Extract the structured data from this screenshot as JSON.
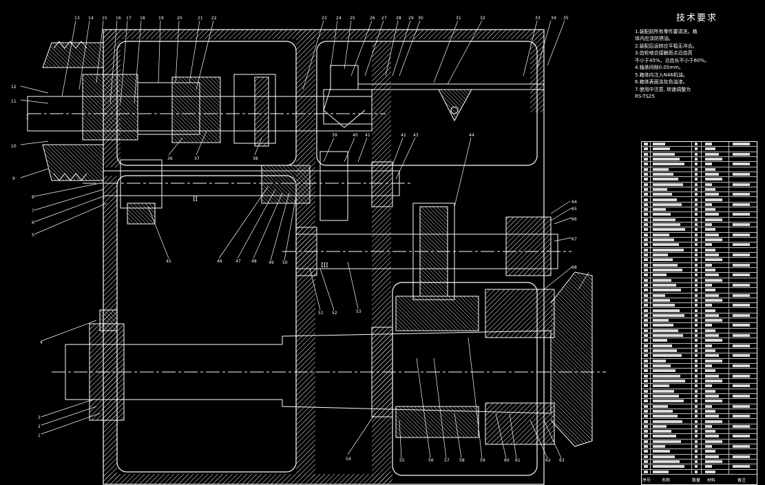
{
  "tech_requirements": {
    "title": "技术要求",
    "lines": [
      "1.装配前所有零件要清洗，箱",
      "体内应涂防锈油。",
      "2.装配后运转应平稳无冲击。",
      "3.齿轮啮合接触斑点沿齿高",
      "不小于45%，沿齿长不小于60%。",
      "4.轴承间隙0.05mm。",
      "5.箱体内注入N46机油。",
      "6.箱体表面涂灰色油漆。",
      "7.使用中注意, 转速调整为",
      "RS-TS25"
    ]
  },
  "bom": {
    "header": [
      "序号",
      "名称",
      "数量",
      "材料",
      "备注"
    ],
    "row_count": 66
  },
  "labels": {
    "roman": [
      "I",
      "II",
      "III"
    ],
    "callouts": [
      "1",
      "2",
      "3",
      "4",
      "5",
      "6",
      "7",
      "8",
      "9",
      "10",
      "11",
      "12",
      "13",
      "14",
      "15",
      "16",
      "17",
      "18",
      "19",
      "20",
      "21",
      "22",
      "23",
      "24",
      "25",
      "26",
      "27",
      "28",
      "29",
      "30",
      "31",
      "32",
      "33",
      "34",
      "35",
      "36",
      "37",
      "38",
      "39",
      "40",
      "41",
      "42",
      "43",
      "44",
      "45",
      "46",
      "47",
      "48",
      "49",
      "50",
      "51",
      "52",
      "53",
      "54",
      "55",
      "56",
      "57",
      "58",
      "59",
      "60",
      "61",
      "62",
      "63",
      "64",
      "65",
      "66",
      "67",
      "68"
    ]
  }
}
